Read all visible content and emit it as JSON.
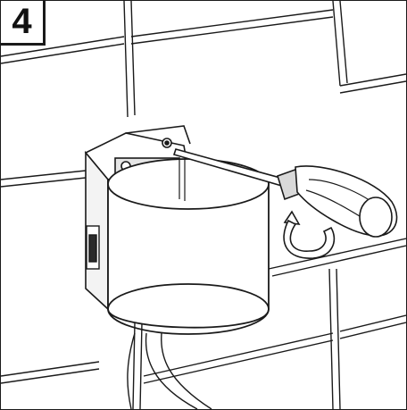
{
  "step": {
    "number": "4"
  },
  "colors": {
    "line": "#1a1a1a",
    "background": "#ffffff",
    "shade": "#d9d9d9",
    "dark": "#2b2b2b"
  },
  "objects": {
    "wall": "tiled-wall",
    "device": "cylindrical-mounting-box",
    "tool": "screwdriver",
    "cue": "clockwise-rotation-arrow-icon"
  }
}
